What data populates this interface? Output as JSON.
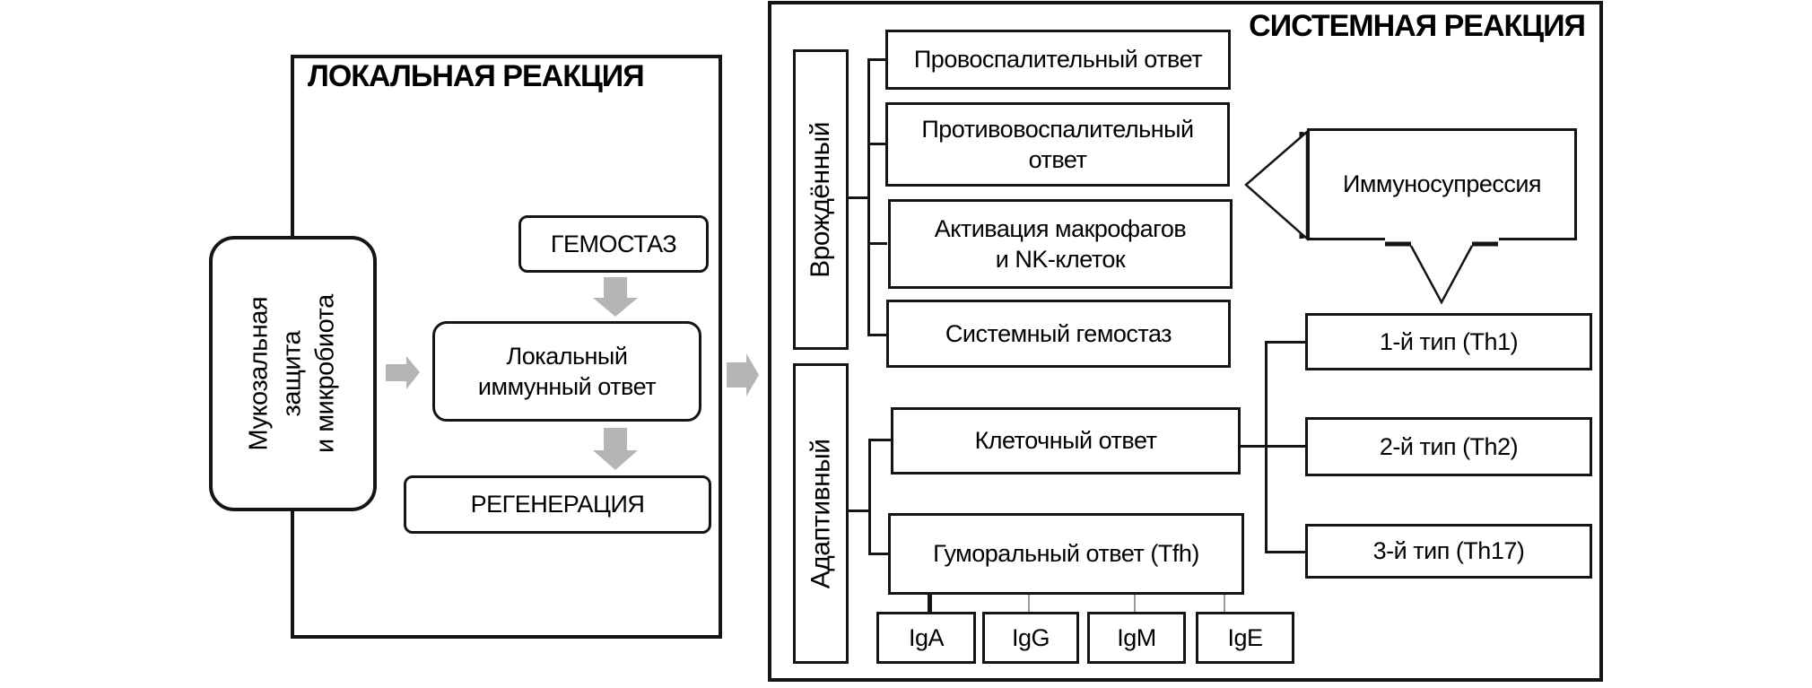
{
  "local": {
    "title": "ЛОКАЛЬНАЯ РЕАКЦИЯ",
    "mucosal": {
      "line1": "Мукозальная",
      "line2": "защита",
      "line3": "и микробиота"
    },
    "hemostasis": "ГЕМОСТАЗ",
    "local_immune_response": {
      "line1": "Локальный",
      "line2": "иммунный ответ"
    },
    "regeneration": "РЕГЕНЕРАЦИЯ"
  },
  "systemic": {
    "title": "СИСТЕМНАЯ РЕАКЦИЯ",
    "innate": {
      "label": "Врождённый",
      "boxes": [
        {
          "line1": "Провоспалительный ответ",
          "line2": ""
        },
        {
          "line1": "Противовоспалительный",
          "line2": "ответ"
        },
        {
          "line1": "Активация макрофагов",
          "line2": "и NK-клеток"
        },
        {
          "line1": "Системный гемостаз",
          "line2": ""
        }
      ]
    },
    "adaptive": {
      "label": "Адаптивный",
      "cellular": "Клеточный ответ",
      "humoral": "Гуморальный ответ (Tfh)"
    },
    "immunosuppression": "Иммуносупрессия",
    "th_types": [
      "1-й тип (Th1)",
      "2-й тип (Th2)",
      "3-й тип (Th17)"
    ],
    "immunoglobulins": [
      "IgA",
      "IgG",
      "IgM",
      "IgE"
    ]
  },
  "colors": {
    "line_black": "#151515",
    "arrow_gray": "#b5b5b5",
    "connector_gray": "#9a9a9a"
  }
}
